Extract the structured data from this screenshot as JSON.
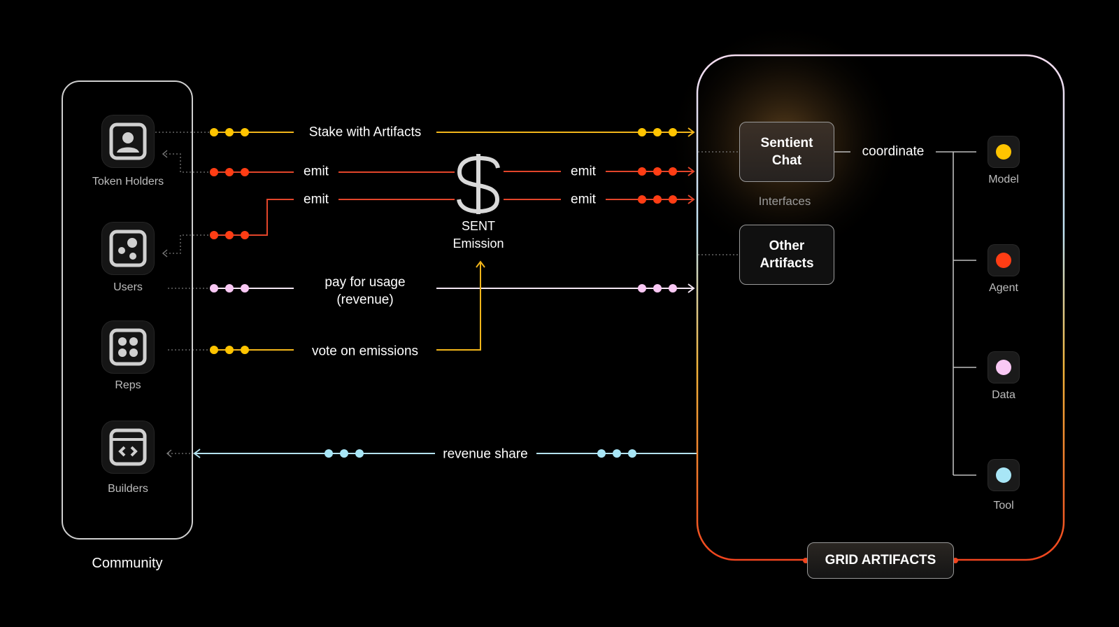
{
  "community": {
    "label": "Community",
    "members": [
      {
        "name": "Token Holders",
        "icon": "user-portrait-icon"
      },
      {
        "name": "Users",
        "icon": "users-dots-icon"
      },
      {
        "name": "Reps",
        "icon": "four-dots-icon"
      },
      {
        "name": "Builders",
        "icon": "code-window-icon"
      }
    ]
  },
  "flows": {
    "stake": "Stake with Artifacts",
    "emit_left_1": "emit",
    "emit_left_2": "emit",
    "emit_right_1": "emit",
    "emit_right_2": "emit",
    "pay": "pay for usage\n(revenue)",
    "vote": "vote on emissions",
    "revenue_share": "revenue share"
  },
  "emission": {
    "symbol_icon": "dollar-sign-icon",
    "label": "SENT\nEmission"
  },
  "grid": {
    "title": "GRID ARTIFACTS",
    "sentient_chat": "Sentient\nChat",
    "interfaces": "Interfaces",
    "other_artifacts": "Other\nArtifacts",
    "coordinate": "coordinate",
    "types": [
      {
        "name": "Model",
        "color": "#ffc400"
      },
      {
        "name": "Agent",
        "color": "#ff3d14"
      },
      {
        "name": "Data",
        "color": "#f9c8f4"
      },
      {
        "name": "Tool",
        "color": "#a8e6f6"
      }
    ]
  },
  "colors": {
    "yellow": "#ffc400",
    "red": "#ff3d14",
    "pink": "#f9c8f4",
    "cyan": "#a8e6f6",
    "yellow_line": "#f2b51a",
    "red_line": "#e2452a",
    "pink_line": "#f3e6f2",
    "cyan_line": "#b4e2ef"
  }
}
